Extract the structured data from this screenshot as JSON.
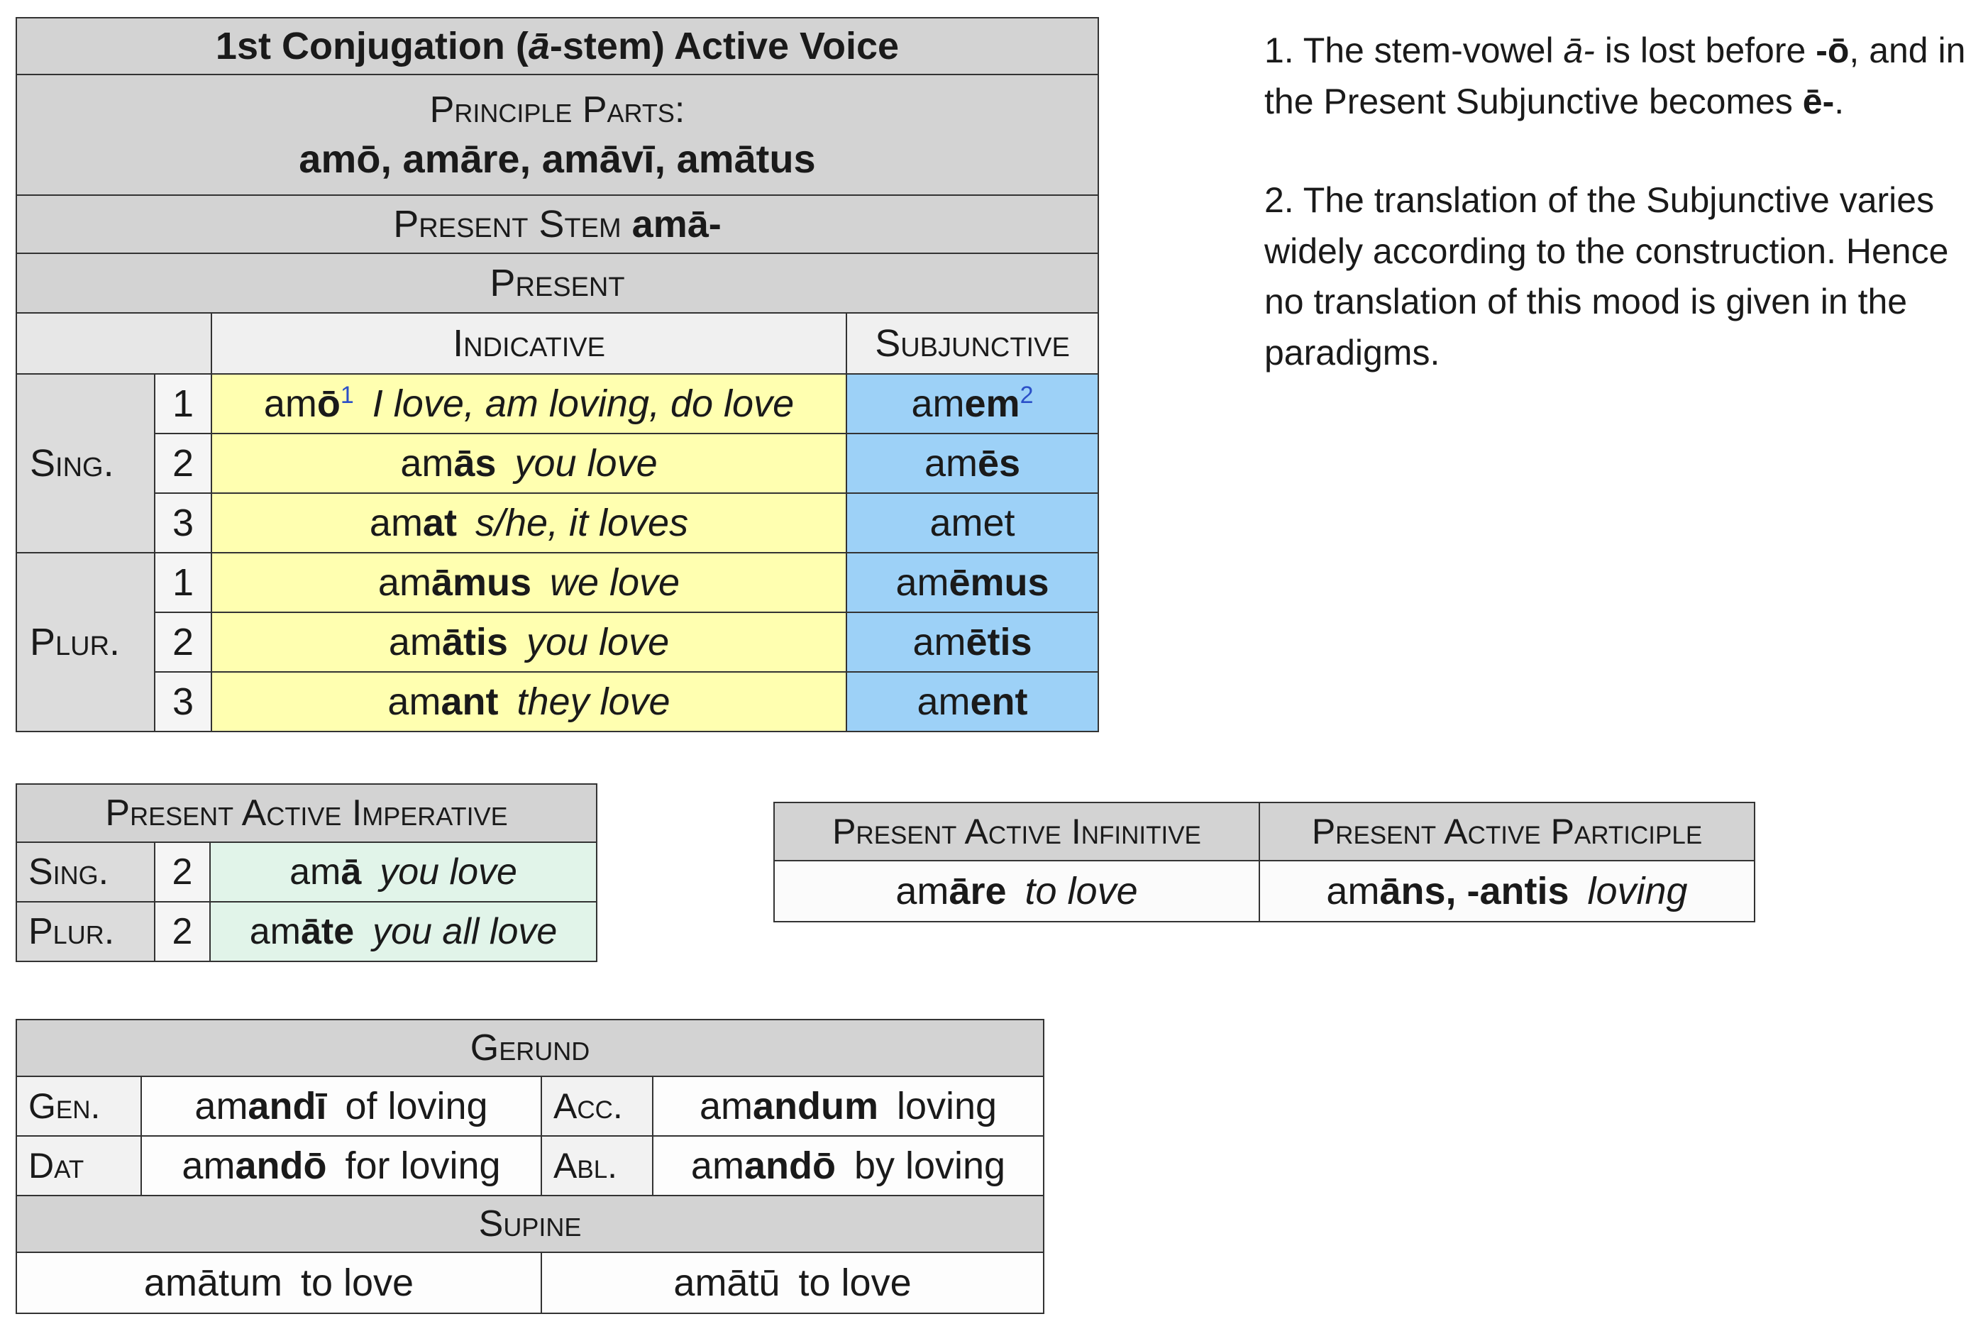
{
  "colors": {
    "header_gray": "#d3d3d3",
    "subheader_gray": "#f0f0f0",
    "group_label_gray": "#dcdcdc",
    "number_cell_gray": "#f5f5f5",
    "indicative_yellow": "#ffffb0",
    "subjunctive_blue": "#9dd1f7",
    "imperative_mint": "#e1f4e9",
    "gerund_label_gray": "#f2f2f2",
    "content_white": "#fdfdfd",
    "superscript_blue": "#2b50c8",
    "border": "#333333"
  },
  "main_table": {
    "title": {
      "pre": "1st Conjugation (",
      "stem": "ā",
      "post": "-stem) Active Voice"
    },
    "principle_parts_label": "Principle Parts:",
    "principle_parts": "amō, amāre, amāvī, amātus",
    "present_stem_label": "Present Stem",
    "present_stem": "amā-",
    "tense_label": "Present",
    "col_indicative": "Indicative",
    "col_subjunctive": "Subjunctive",
    "row_groups": [
      {
        "label": "Sing.",
        "rows": [
          {
            "num": "1",
            "ind": {
              "stem": "am",
              "ending": "ō",
              "sup": "1",
              "trans": "I love, am loving, do love"
            },
            "sub": {
              "stem": "am",
              "ending": "em",
              "sup": "2"
            }
          },
          {
            "num": "2",
            "ind": {
              "stem": "am",
              "ending": "ās",
              "trans": "you love"
            },
            "sub": {
              "stem": "am",
              "ending": "ēs"
            }
          },
          {
            "num": "3",
            "ind": {
              "stem": "am",
              "ending": "at",
              "trans": "s/he, it loves"
            },
            "sub": {
              "stem": "amet",
              "ending": ""
            }
          }
        ]
      },
      {
        "label": "Plur.",
        "rows": [
          {
            "num": "1",
            "ind": {
              "stem": "am",
              "ending": "āmus",
              "trans": "we love"
            },
            "sub": {
              "stem": "am",
              "ending": "ēmus"
            }
          },
          {
            "num": "2",
            "ind": {
              "stem": "am",
              "ending": "ātis",
              "trans": "you love"
            },
            "sub": {
              "stem": "am",
              "ending": "ētis"
            }
          },
          {
            "num": "3",
            "ind": {
              "stem": "am",
              "ending": "ant",
              "trans": "they love"
            },
            "sub": {
              "stem": "am",
              "ending": "ent"
            }
          }
        ]
      }
    ]
  },
  "notes": {
    "note1": {
      "p1": "1. The stem-vowel ",
      "stem_italic": "ā-",
      "p2": " is lost before ",
      "bold1": "-ō",
      "p3": ", and in the Present Subjunctive becomes ",
      "bold2": "ē-",
      "p4": "."
    },
    "note2": "2. The translation of the Subjunctive varies widely according to the construction. Hence no translation of this mood is given in the paradigms."
  },
  "imperative_table": {
    "title": "Present Active Imperative",
    "rows": [
      {
        "label": "Sing.",
        "num": "2",
        "stem": "am",
        "ending": "ā",
        "trans": "you love"
      },
      {
        "label": "Plur.",
        "num": "2",
        "stem": "am",
        "ending": "āte",
        "trans": "you all love"
      }
    ]
  },
  "inf_part_table": {
    "inf_header": "Present Active Infinitive",
    "part_header": "Present Active Participle",
    "inf": {
      "stem": "am",
      "ending": "āre",
      "trans": "to love"
    },
    "part": {
      "stem": "am",
      "ending": "āns, -antis",
      "trans": "loving"
    }
  },
  "gerund_table": {
    "title": "Gerund",
    "rows": [
      {
        "label1": "Gen.",
        "stem1": "am",
        "ending1": "andī",
        "trans1": "of loving",
        "label2": "Acc.",
        "stem2": "am",
        "ending2": "andum",
        "trans2": "loving"
      },
      {
        "label1": "Dat",
        "stem1": "am",
        "ending1": "andō",
        "trans1": "for loving",
        "label2": "Abl.",
        "stem2": "am",
        "ending2": "andō",
        "trans2": "by loving"
      }
    ],
    "supine_title": "Supine",
    "supine": [
      {
        "word": "amātum",
        "trans": "to love"
      },
      {
        "word": "amātū",
        "trans": "to love"
      }
    ]
  }
}
